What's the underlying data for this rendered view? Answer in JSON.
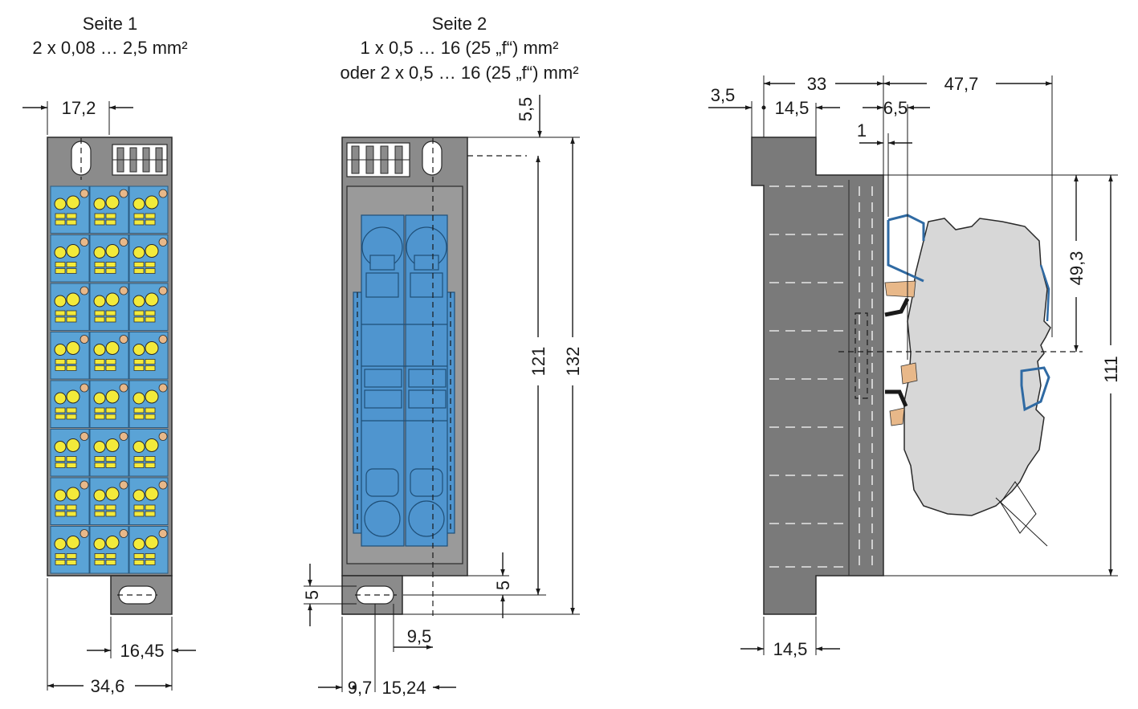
{
  "titles": {
    "page1_title": "Seite 1",
    "page1_spec": "2 x 0,08 … 2,5 mm²",
    "page2_title": "Seite 2",
    "page2_spec_line1": "1 x 0,5 … 16 (25 „f“) mm²",
    "page2_spec_line2": "oder 2 x 0,5 … 16 (25 „f“) mm²"
  },
  "dimensions": {
    "d_17_2": "17,2",
    "d_16_45": "16,45",
    "d_34_6": "34,6",
    "d_5_5": "5,5",
    "d_121": "121",
    "d_132": "132",
    "d_5_left": "5",
    "d_5_right": "5",
    "d_9_5": "9,5",
    "d_9_7": "9,7",
    "d_15_24": "15,24",
    "d_3_5": "3,5",
    "d_14_5_top": "14,5",
    "d_33": "33",
    "d_47_7": "47,7",
    "d_6_5": "6,5",
    "d_1": "1",
    "d_49_3": "49,3",
    "d_111": "111",
    "d_14_5_bottom": "14,5"
  },
  "colors": {
    "housing": "#8b8b8b",
    "terminal_blue": "#5aa3d6",
    "marker_yellow": "#f3ea3a",
    "side_grey": "#d7d7d7"
  }
}
